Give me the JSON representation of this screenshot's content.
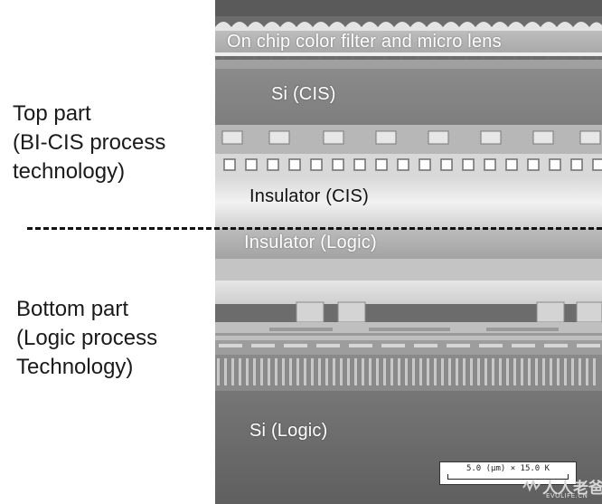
{
  "left_labels": {
    "top_part": [
      "Top part",
      "(BI-CIS process",
      "technology)"
    ],
    "bottom_part": [
      "Bottom part",
      "(Logic process",
      "Technology)"
    ]
  },
  "sem_labels": {
    "color_filter": "On chip color filter and micro lens",
    "si_cis": "Si (CIS)",
    "insulator_cis": "Insulator (CIS)",
    "insulator_logic": "Insulator (Logic)",
    "si_logic": "Si (Logic)"
  },
  "scale_bar": {
    "text": "5.0 (μm) × 15.0 K"
  },
  "watermark": {
    "main": "人人老爸网",
    "sub": "EVOLIFE.CN"
  }
}
